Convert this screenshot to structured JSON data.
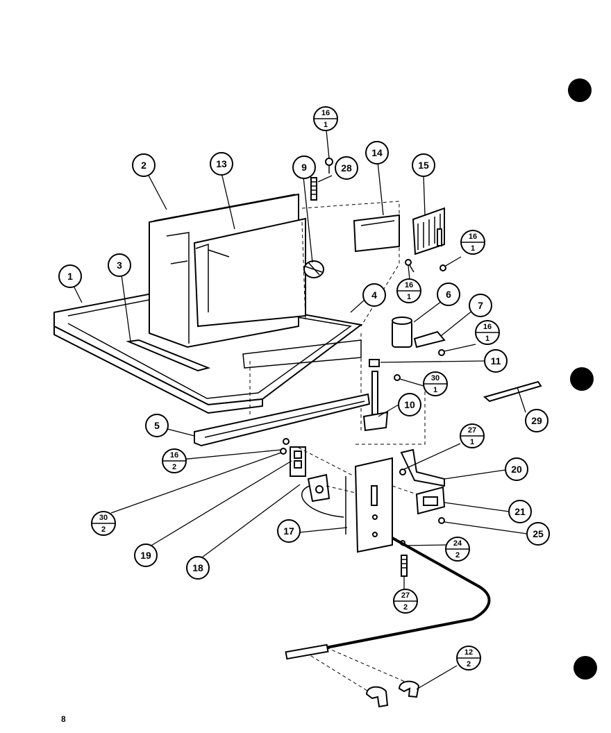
{
  "page_number": "8",
  "callouts": [
    {
      "id": "c1",
      "top": "1"
    },
    {
      "id": "c2",
      "top": "2"
    },
    {
      "id": "c3",
      "top": "3"
    },
    {
      "id": "c4",
      "top": "4"
    },
    {
      "id": "c5",
      "top": "5"
    },
    {
      "id": "c6",
      "top": "6"
    },
    {
      "id": "c7",
      "top": "7"
    },
    {
      "id": "c9",
      "top": "9"
    },
    {
      "id": "c10",
      "top": "10"
    },
    {
      "id": "c11",
      "top": "11"
    },
    {
      "id": "c13",
      "top": "13"
    },
    {
      "id": "c14",
      "top": "14"
    },
    {
      "id": "c15",
      "top": "15"
    },
    {
      "id": "c17",
      "top": "17"
    },
    {
      "id": "c18",
      "top": "18"
    },
    {
      "id": "c19",
      "top": "19"
    },
    {
      "id": "c20",
      "top": "20"
    },
    {
      "id": "c21",
      "top": "21"
    },
    {
      "id": "c25",
      "top": "25"
    },
    {
      "id": "c28",
      "top": "28"
    },
    {
      "id": "c29",
      "top": "29"
    },
    {
      "id": "f16_1a",
      "top": "16",
      "bottom": "1"
    },
    {
      "id": "f16_1b",
      "top": "16",
      "bottom": "1"
    },
    {
      "id": "f16_1c",
      "top": "16",
      "bottom": "1"
    },
    {
      "id": "f16_1d",
      "top": "16",
      "bottom": "1"
    },
    {
      "id": "f30_1",
      "top": "30",
      "bottom": "1"
    },
    {
      "id": "f27_1",
      "top": "27",
      "bottom": "1"
    },
    {
      "id": "f16_2",
      "top": "16",
      "bottom": "2"
    },
    {
      "id": "f30_2",
      "top": "30",
      "bottom": "2"
    },
    {
      "id": "f24_2",
      "top": "24",
      "bottom": "2"
    },
    {
      "id": "f27_2",
      "top": "27",
      "bottom": "2"
    },
    {
      "id": "f12_2",
      "top": "12",
      "bottom": "2"
    }
  ]
}
